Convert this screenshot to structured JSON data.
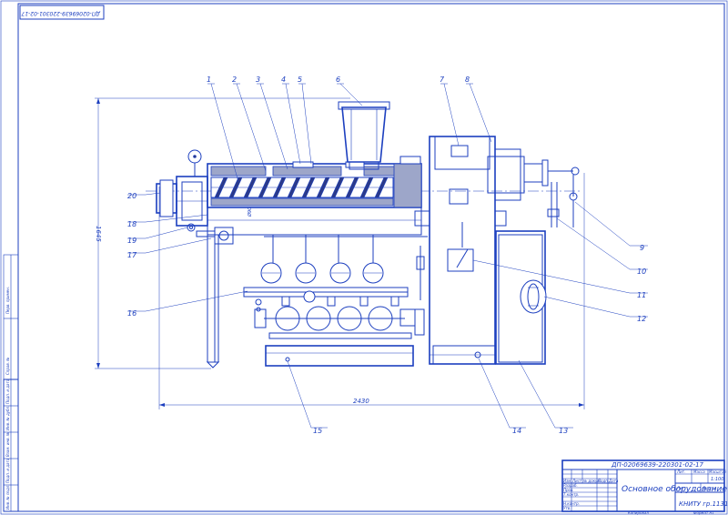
{
  "drawing": {
    "doc_code": "ДП-02069639-220301-02-17",
    "doc_code_rotated": "ДП-02069639-220301-02-17",
    "sheet_title": "Основное оборудование",
    "organization": "КНИТУ гр.1131-82",
    "scale": "1:100",
    "format": "Формат А1",
    "copied": "Копировал",
    "sheet_label": "Лист",
    "sheets_label": "Листов",
    "litera": "Лит.",
    "mass": "Масса",
    "scale_label": "Масштаб",
    "dimensions": {
      "height": "1645",
      "length": "2430",
      "diameter": "Ø90"
    },
    "title_block_rows": [
      "Изм.",
      "Лист",
      "№ докум.",
      "Подп.",
      "Дата"
    ],
    "title_block_roles": [
      "Разраб.",
      "Пров.",
      "Т.контр.",
      "Н.контр.",
      "Утв."
    ],
    "side_stamp": [
      "Инв. № подл.",
      "Подп. и дата",
      "Взам. инв. №",
      "Инв. № дубл.",
      "Подп. и дата"
    ],
    "side_stamp_top": [
      "Перв. примен.",
      "Справ. №"
    ]
  },
  "callouts": {
    "c1": "1",
    "c2": "2",
    "c3": "3",
    "c4": "4",
    "c5": "5",
    "c6": "6",
    "c7": "7",
    "c8": "8",
    "c9": "9",
    "c10": "10",
    "c11": "11",
    "c12": "12",
    "c13": "13",
    "c14": "14",
    "c15": "15",
    "c16": "16",
    "c17": "17",
    "c18": "18",
    "c19": "19",
    "c20": "20"
  },
  "colors": {
    "line": "#1c3fbf",
    "hatch": "#9da6c9",
    "paper": "#ffffff"
  }
}
